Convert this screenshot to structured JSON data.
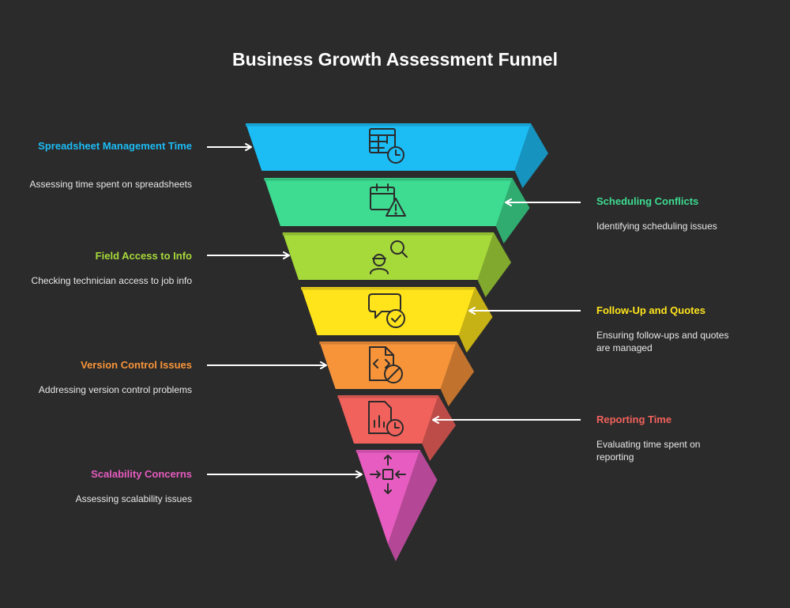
{
  "title": "Business Growth Assessment Funnel",
  "stages": [
    {
      "label": "Spreadsheet Management Time",
      "description": "Assessing time spent on spreadsheets",
      "color": "#1cbcf5",
      "side": "left",
      "icon": "spreadsheet-clock-icon"
    },
    {
      "label": "Scheduling Conflicts",
      "description": "Identifying scheduling issues",
      "color": "#3ddc91",
      "side": "right",
      "icon": "calendar-warning-icon"
    },
    {
      "label": "Field Access to Info",
      "description": "Checking technician access to job info",
      "color": "#a6d93a",
      "side": "left",
      "icon": "technician-search-icon"
    },
    {
      "label": "Follow-Up and Quotes",
      "description": "Ensuring follow-ups and quotes are managed",
      "color": "#ffe41c",
      "side": "right",
      "icon": "chat-check-icon"
    },
    {
      "label": "Version Control Issues",
      "description": "Addressing version control problems",
      "color": "#f7943a",
      "side": "left",
      "icon": "code-file-blocked-icon"
    },
    {
      "label": "Reporting Time",
      "description": "Evaluating time spent on reporting",
      "color": "#f2625c",
      "side": "right",
      "icon": "report-clock-icon"
    },
    {
      "label": "Scalability Concerns",
      "description": "Assessing scalability issues",
      "color": "#e75cc0",
      "side": "left",
      "icon": "scale-arrows-icon"
    }
  ]
}
